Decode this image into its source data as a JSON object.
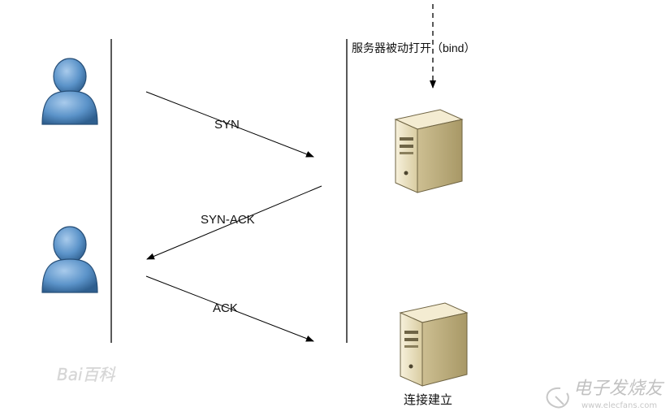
{
  "server_event_label": "服务器被动打开（bind）",
  "messages": [
    {
      "label": "SYN"
    },
    {
      "label": "SYN-ACK"
    },
    {
      "label": "ACK"
    }
  ],
  "connection_label": "连接建立",
  "watermark_left": "Bai百科",
  "watermark_right": "电子发烧友",
  "watermark_right_url": "www.elecfans.com",
  "colors": {
    "client_icon": "#5b93c9",
    "client_icon_dark": "#2f5f8f",
    "server_body": "#efe6c8",
    "server_shadow": "#b9ab7d",
    "line": "#000000"
  }
}
